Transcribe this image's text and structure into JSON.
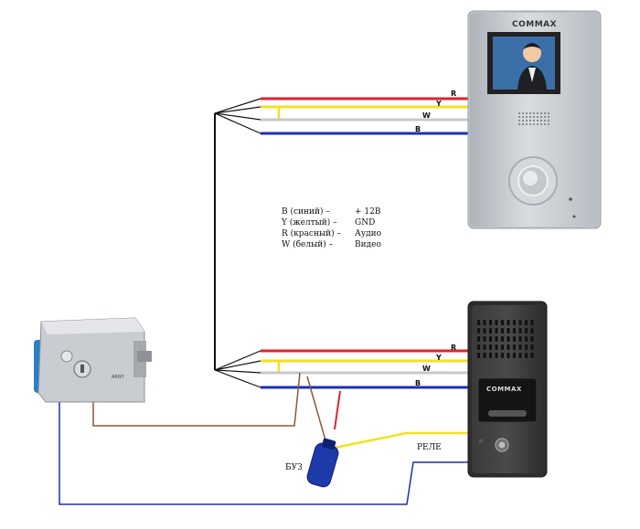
{
  "colors": {
    "red": "#e0232a",
    "yellow": "#f2e21c",
    "white_wire": "#c8c8c8",
    "blue": "#1a2fb5",
    "black": "#111111",
    "brown": "#8a5a3a"
  },
  "monitor": {
    "brand": "COMMAX",
    "wire_labels": [
      "R",
      "Y",
      "W",
      "B"
    ]
  },
  "doorbell": {
    "brand": "COMMAX",
    "wire_labels": [
      "R",
      "Y",
      "W",
      "B"
    ]
  },
  "lock": {
    "brand": "ARNY"
  },
  "legend": [
    {
      "key": "B (синий) –",
      "value": "+ 12В"
    },
    {
      "key": "Y (желтый) –",
      "value": "GND"
    },
    {
      "key": "R (красный) –",
      "value": "Аудио"
    },
    {
      "key": "W (белый) –",
      "value": "Видео"
    }
  ],
  "labels": {
    "buz": "БУЗ",
    "rele": "РЕЛЕ"
  }
}
